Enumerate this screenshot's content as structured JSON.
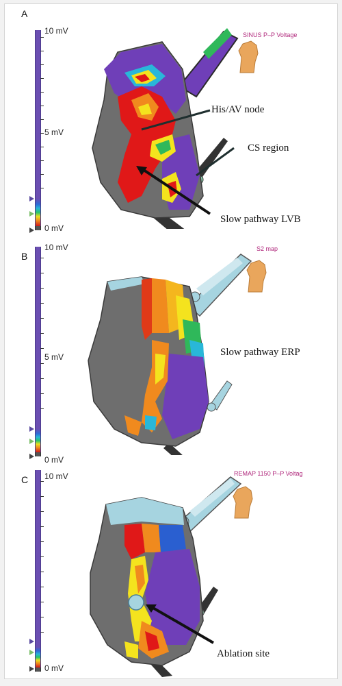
{
  "panels": [
    {
      "label": "A",
      "scale": {
        "max": "10 mV",
        "mid": "5 mV",
        "min": "0 mV"
      },
      "map_title": "SINUS P–P Voltage",
      "annotations": [
        "His/AV  node",
        "CS  region",
        "Slow pathway LVB"
      ]
    },
    {
      "label": "B",
      "scale": {
        "max": "10 mV",
        "mid": "5 mV",
        "min": "0 mV"
      },
      "map_title": "S2 map",
      "annotations": [
        "Slow pathway ERP"
      ]
    },
    {
      "label": "C",
      "scale": {
        "max": "10 mV",
        "mid": "",
        "min": "0 mV"
      },
      "map_title": "REMAP 1150 P–P Voltag",
      "annotations": [
        "Ablation site"
      ]
    }
  ],
  "colors": {
    "purple": "#6f3fb8",
    "gray": "#6e6e6e",
    "light_blue": "#a6d4e0",
    "red": "#e01818",
    "orange": "#f08a1e",
    "yellow": "#f4e31e",
    "green": "#2fb85a",
    "cyan": "#29b7d9",
    "blue": "#2a5fd0",
    "hand": "#e9a65c",
    "magenta_text": "#b0287c"
  }
}
